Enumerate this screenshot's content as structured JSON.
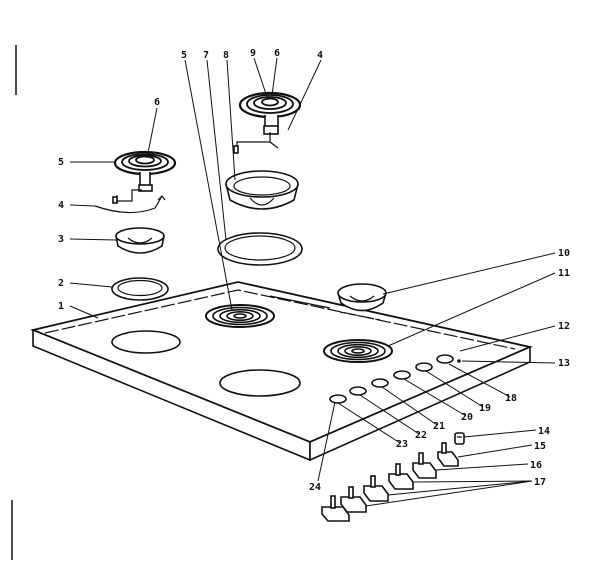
{
  "diagram": {
    "callouts": {
      "n1": "1",
      "n2": "2",
      "n3": "3",
      "n4a": "4",
      "n4b": "4",
      "n5a": "5",
      "n5b": "5",
      "n6a": "6",
      "n6b": "6",
      "n7": "7",
      "n8": "8",
      "n9": "9",
      "n10": "10",
      "n11": "11",
      "n12": "12",
      "n13": "13",
      "n14": "14",
      "n15": "15",
      "n16": "16",
      "n17": "17",
      "n18": "18",
      "n19": "19",
      "n20": "20",
      "n21": "21",
      "n22": "22",
      "n23": "23",
      "n24": "24"
    }
  }
}
